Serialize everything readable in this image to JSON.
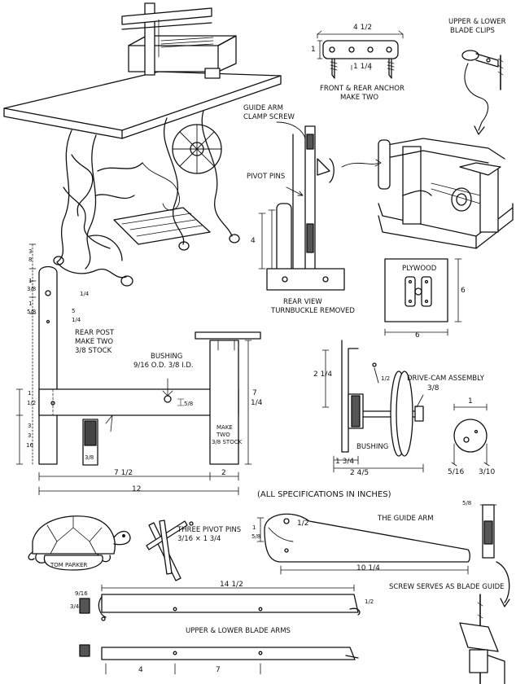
{
  "general": {
    "all_specs": "(ALL SPECIFICATIONS IN INCHES)"
  },
  "anchor": {
    "width": "4 1/2",
    "height": "1",
    "spacing": "1 1/4",
    "caption1": "FRONT & REAR ANCHOR",
    "caption2": "MAKE TWO"
  },
  "blade_clips": {
    "title1": "UPPER & LOWER",
    "title2": "BLADE CLIPS"
  },
  "guide_arm_clamp": {
    "line1": "GUIDE ARM",
    "line2": "CLAMP SCREW"
  },
  "pivot_pins_label": "PIVOT PINS",
  "rear_view": {
    "dim": "4",
    "caption1": "REAR VIEW",
    "caption2": "TURNBUCKLE REMOVED"
  },
  "plywood": {
    "label": "PLYWOOD",
    "height": "6",
    "width": "6"
  },
  "rear_post": {
    "top1": "3",
    "top2": "8",
    "d1a": "1",
    "d1b": "3/8",
    "d2a": "1",
    "d2b": "5/8",
    "hole": "1/4",
    "d3a": "5",
    "d3b": "1/4",
    "caption1": "REAR POST",
    "caption2": "MAKE TWO",
    "caption3": "3/8 STOCK",
    "cross_a": "1",
    "cross_b": "1/2",
    "lower_a": "3",
    "lower_b": "3",
    "lower_c": "16",
    "stock": "3/8"
  },
  "bushing": {
    "label": "BUSHING",
    "spec": "9/16 O.D. 3/8 I.D.",
    "hole": "5/8"
  },
  "base": {
    "w1": "7 1/2",
    "w2": "2",
    "total": "12",
    "right_h1": "7",
    "right_h2": "1/4",
    "make_two1": "MAKE",
    "make_two2": "TWO",
    "stock": "3/8 STOCK"
  },
  "drive": {
    "bracket_a": "2 1/4",
    "screw": "1/2",
    "label": "DRIVE-CAM ASSEMBLY",
    "shaft": "3/8",
    "bushing": "BUSHING",
    "len1": "1 3/4",
    "len2": "2 4/5",
    "cam_w": "1",
    "cam_l": "5/16",
    "cam_r": "3/10"
  },
  "signature": "TOM PARKER",
  "pivot_pins": {
    "line1": "THREE PIVOT PINS",
    "line2": "3/16 × 1 3/4"
  },
  "guide_arm": {
    "title": "THE GUIDE ARM",
    "h_a": "1",
    "h_b": "5/8",
    "hole": "1/2",
    "len": "10 1/4"
  },
  "guide_post": {
    "dim": "5/8",
    "note": "SCREW SERVES AS BLADE GUIDE"
  },
  "blade_arms": {
    "h1": "9/16",
    "h2": "3/4",
    "len": "14 1/2",
    "end": "1/2",
    "caption": "UPPER & LOWER BLADE ARMS",
    "s1": "4",
    "s2": "7"
  }
}
